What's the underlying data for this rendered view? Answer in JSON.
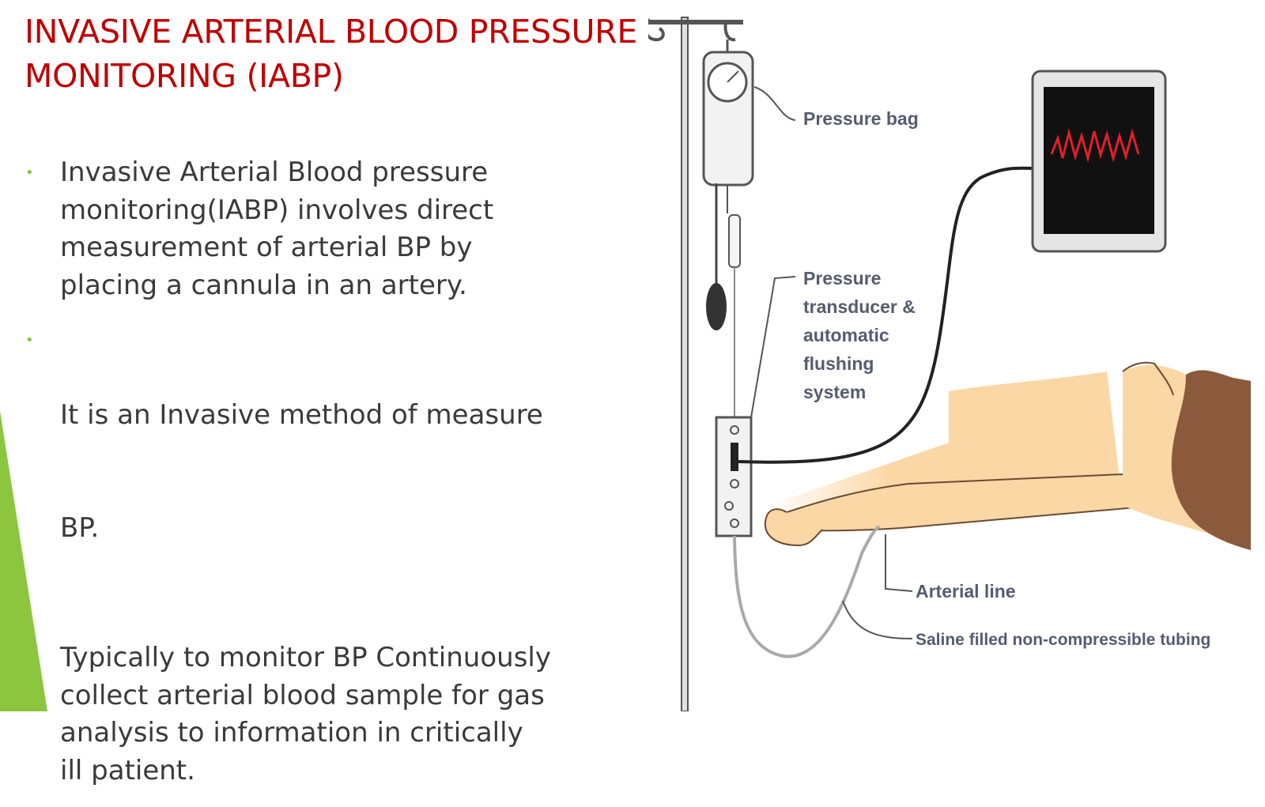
{
  "title": {
    "line1": "INVASIVE ARTERIAL BLOOD PRESSURE",
    "line2": "MONITORING (IABP)"
  },
  "bullets": [
    {
      "lines": [
        "Invasive Arterial Blood pressure",
        "monitoring(IABP) involves direct",
        "measurement of arterial BP by",
        "placing a cannula in an artery."
      ]
    },
    {
      "lines": [
        " It is an Invasive method of measure",
        " BP."
      ]
    },
    {
      "lines": [
        "Typically to monitor BP Continuously",
        "collect arterial blood sample for gas",
        "analysis to information in critically",
        "ill patient."
      ]
    }
  ],
  "diagram": {
    "labels": {
      "pressure_bag": "Pressure bag",
      "transducer": [
        "Pressure",
        "transducer &",
        "automatic",
        "flushing",
        "system"
      ],
      "arterial_line": "Arterial line",
      "tubing": "Saline filled non-compressible tubing"
    }
  },
  "colors": {
    "title": "#c00000",
    "bullet": "#8cc63f",
    "body_text": "#3a3a3a",
    "waveform": "#e0202a",
    "skin": "#fbd7a6",
    "hair": "#8b5a3c",
    "accent_green": "#8cc63f"
  }
}
